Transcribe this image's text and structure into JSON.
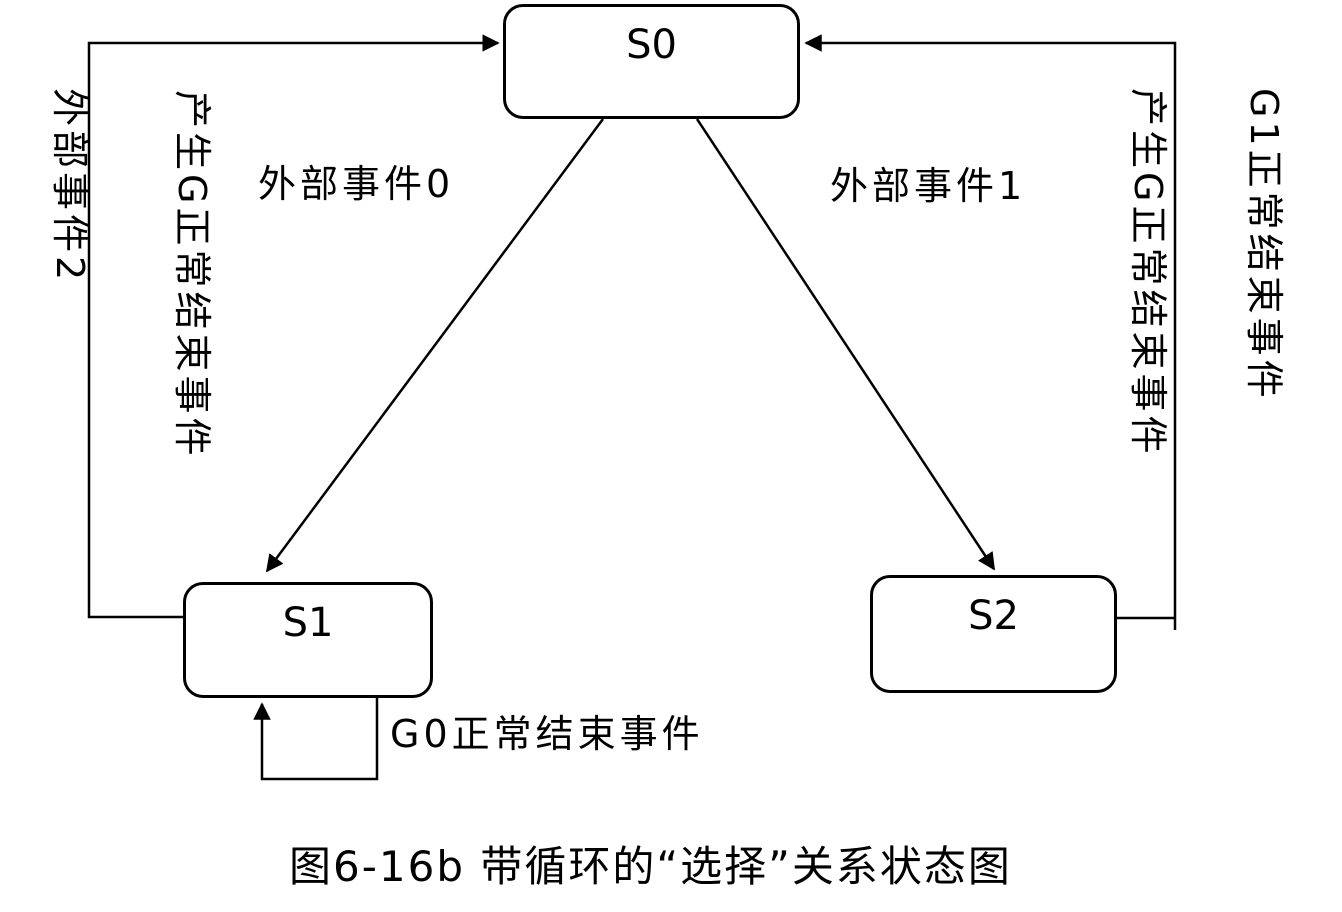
{
  "diagram": {
    "caption": "图6-16b 带循环的“选择”关系状态图",
    "nodes": {
      "s0": {
        "label": "S0"
      },
      "s1": {
        "label": "S1"
      },
      "s2": {
        "label": "S2"
      }
    },
    "edge_labels": {
      "external_event_0": "外部事件0",
      "external_event_1": "外部事件1",
      "external_event_2": "外部事件2",
      "produce_g_normal_end_left": "产生G正常结束事件",
      "produce_g_normal_end_right": "产生G正常结束事件",
      "g1_normal_end": "G1正常结束事件",
      "g0_normal_end": "G0正常结束事件"
    },
    "colors": {
      "line": "#000000",
      "text": "#000000",
      "background": "#ffffff"
    }
  }
}
